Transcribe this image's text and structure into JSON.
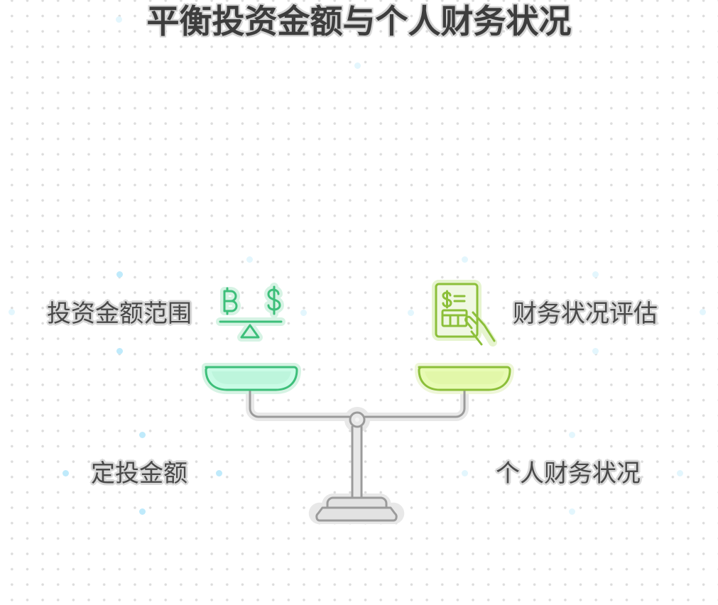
{
  "title": "平衡投资金额与个人财务状况",
  "left": {
    "top_label": "投资金额范围",
    "bottom_label": "定投金额",
    "icon": "bitcoin-dollar-seesaw-icon",
    "pan_color": "#c9fbe6",
    "accent": "#3dbf7a"
  },
  "right": {
    "top_label": "财务状况评估",
    "bottom_label": "个人财务状况",
    "icon": "financial-document-hand-icon",
    "pan_color": "#e8fbb4",
    "accent": "#8cbf3a"
  },
  "scale": {
    "icon": "balance-scale-icon",
    "stroke": "#9b9b9b"
  },
  "colors": {
    "title_text": "#3d3d3d",
    "label_text": "#4a4a4a",
    "dot_grid": "#dcdcdc",
    "highlight_dot": "#bfeafb"
  }
}
